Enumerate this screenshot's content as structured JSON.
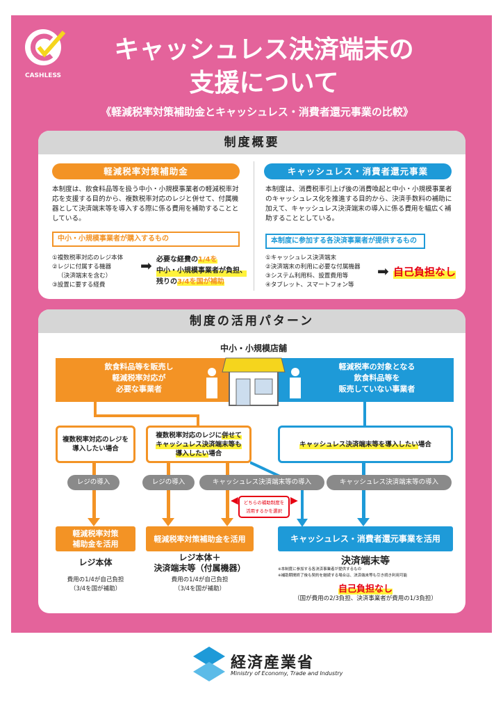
{
  "logo": {
    "label": "CASHLESS"
  },
  "header": {
    "title_line1": "キャッシュレス決済端末の",
    "title_line2": "支援について",
    "subtitle": "《軽減税率対策補助金とキャッシュレス・消費者還元事業の比較》"
  },
  "overview": {
    "title": "制度概要",
    "left": {
      "label": "軽減税率対策補助金",
      "body": "本制度は、飲食料品等を扱う中小・小規模事業者の軽減税率対応を支援する目的から、複数税率対応のレジと併せて、付属機器として決済端末等を導入する際に係る費用を補助することとしている。",
      "callout": "中小・小規模事業者が購入するもの",
      "items": [
        "①複数税率対応のレジ本体",
        "②レジに付属する機器",
        "（決済端末を含む）",
        "③設置に要する経費"
      ],
      "result": [
        "必要な経費の",
        "1/4を",
        "中小・小規模事業者が負担、",
        "残りの",
        "3/4を国が補助"
      ]
    },
    "right": {
      "label": "キャッシュレス・消費者還元事業",
      "body": "本制度は、消費税率引上げ後の消費喚起と中小・小規模事業者のキャッシュレス化を推進する目的から、決済手数料の補助に加えて、キャッシュレス決済端末の導入に係る費用を幅広く補助することとしている。",
      "callout": "本制度に参加する各決済事業者が提供するもの",
      "items": [
        "①キャッシュレス決済端末",
        "②決済端末の利用に必要な付属機器",
        "③システム利用料、設置費用等",
        "④タブレット、スマートフォン等"
      ],
      "result": "自己負担なし"
    }
  },
  "patterns": {
    "title": "制度の活用パターン",
    "store": "中小・小規模店舗",
    "left_bar": "飲食料品等を販売し\n軽減税率対応が\n必要な事業者",
    "right_bar": "軽減税率の対象となる\n飲食料品等を\n販売していない事業者",
    "case1": "複数税率対応のレジを\n導入したい場合",
    "case2a": "複数税率対応のレジに",
    "case2b": "併せて",
    "case2c": "キャッシュレス決済端末等も",
    "case2d": "導入したい",
    "case2e": "場合",
    "case3a": "キャッシュレス決済端末等を導入したい",
    "case3b": "場合",
    "tag_register": "レジの導入",
    "tag_terminal": "キャッシュレス決済端末等の導入",
    "choose": "どちらの補助制度を\n活用するかを選択",
    "res1": "軽減税率対策\n補助金を活用",
    "res2": "軽減税率対策補助金を活用",
    "res3": "キャッシュレス・消費者還元事業を活用",
    "out1_title": "レジ本体",
    "out1_note": "費用の1/4が自己負担\n（3/4を国が補助）",
    "out2_title": "レジ本体＋\n決済端末等（付属機器）",
    "out2_note": "費用の1/4が自己負担\n（3/4を国が補助）",
    "out3_title": "決済端末等",
    "out3_note1": "※本制度に参加する各決済事業者が提供するもの",
    "out3_note2": "※補助期間終了後も契約を継続する場合は、決済端末等も引き続き利用可能",
    "out3_result": "自己負担なし",
    "out3_note3": "（国が費用の2/3負担、決済事業者が費用の1/3負担）"
  },
  "footer": {
    "ministry": "経済産業省",
    "ministry_en": "Ministry of Economy, Trade and Industry"
  },
  "colors": {
    "pink": "#e4639b",
    "orange": "#f39325",
    "blue": "#1e9ad8"
  }
}
